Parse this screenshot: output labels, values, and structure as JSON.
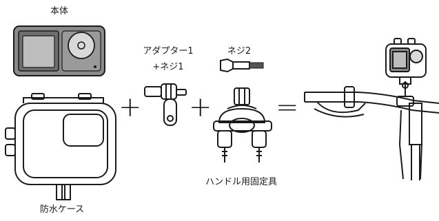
{
  "labels": {
    "camera_body": "本体",
    "adapter": "アダプター1",
    "screw1": "+ネジ1",
    "screw2": "ネジ2",
    "handlebar_mount": "ハンドル用固定具",
    "waterproof_case": "防水ケース"
  },
  "operators": {
    "plus1": "+",
    "plus2": "+",
    "equals": "="
  },
  "colors": {
    "line": "#1a1a1a",
    "camera_fill": "#8a8a8a",
    "lens_fill": "#d9d9d9",
    "screen_fill": "#bdbdbd"
  }
}
